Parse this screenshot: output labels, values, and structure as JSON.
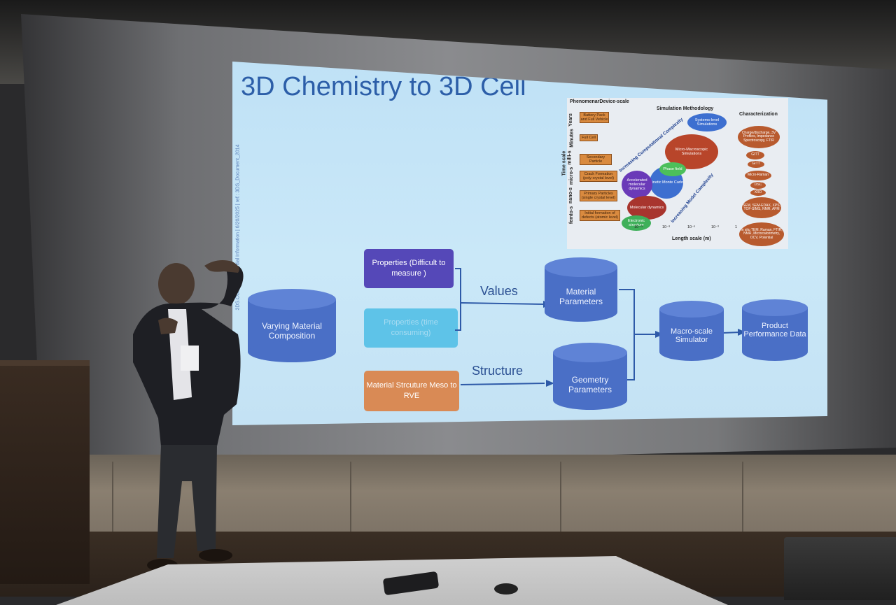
{
  "slide": {
    "title": "3D Chemistry to 3D Cell",
    "side_note": "3DS.COM | Confidential Information | 6/20/2025 | ref.: 3DS_Document_2014"
  },
  "chart": {
    "col_headers": [
      "PhenomenarDevice-scale",
      "Simulation Methodology",
      "Characterization"
    ],
    "time_axis_label": "Time scale",
    "time_ticks": [
      "Years",
      "Minutes",
      "milli-s",
      "micro-s",
      "nano-s",
      "femto-s"
    ],
    "length_axis_label": "Length scale (m)",
    "length_ticks": [
      "10⁻¹²",
      "10⁻⁹",
      "10⁻⁶",
      "10⁻³",
      "1"
    ],
    "phenomena": [
      "Battery Pack and Full Vehicle",
      "Full Cell",
      "Secondary Particle",
      "Crack Formation (poly-crystal level)",
      "Primary Particles (single crystal level)",
      "Initial formation of defects (atomic level)"
    ],
    "simulation_bubbles": [
      "Systems-level Simulations",
      "Micro-Macroscopic Simulations",
      "Phase field",
      "Kinetic Monte Carlo",
      "Accelerated molecular dynamics",
      "Molecular dynamics",
      "Electronic structure"
    ],
    "arrow_labels": [
      "Increasing Computational Complexity",
      "Increasing Model Complexity"
    ],
    "characterization": [
      "Charge/discharge, 3V Profiles, Impedance Spectroscopy, FTIR",
      "GITT",
      "GITT",
      "Micro-Raman",
      "DSC",
      "XRD",
      "SEM, SEM-EDAX, XPS, TOF-SIMS, NMR, AFM",
      "In situ TEM, Raman, FTIR, NMR, Microcalorimetry, OCV, Potential"
    ]
  },
  "flow": {
    "varying": "Varying Material Composition",
    "props_difficult": "Properties (Difficult to measure )",
    "props_time": "Properties (time consuming)",
    "material_structure": "Material Strcuture Meso to RVE",
    "values_label": "Values",
    "structure_label": "Structure",
    "material_params": "Material Parameters",
    "geometry_params": "Geometry Parameters",
    "macro_sim": "Macro-scale Simulator",
    "product_data": "Product Performance Data"
  },
  "colors": {
    "slide_bg": "#c4e2f4",
    "title": "#2c5ea8",
    "cylinder": "#4a6fc6",
    "purple_box": "#5548b8",
    "cyan_box": "#5ec3e8",
    "orange_box": "#d98a55"
  }
}
